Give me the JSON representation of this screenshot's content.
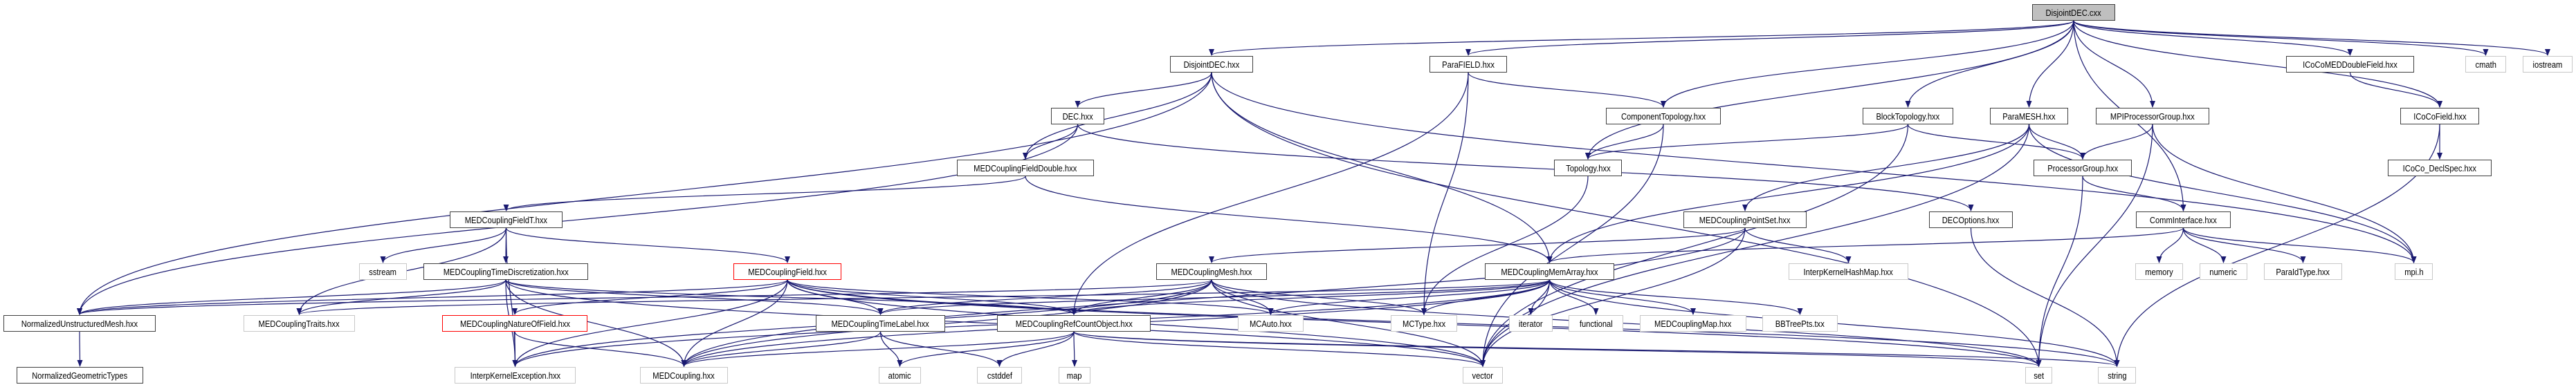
{
  "title": "DisjointDEC.cxx",
  "colors": {
    "edge": "#191970",
    "main_fill": "#bfbfbf",
    "node_border": "#404040",
    "external_border": "#c8c8c8",
    "truncated_border": "#ff0000"
  },
  "nodes": [
    {
      "label": "DisjointDEC.cxx",
      "kind": "main"
    },
    {
      "label": "DisjointDEC.hxx",
      "kind": "normal"
    },
    {
      "label": "ParaFIELD.hxx",
      "kind": "normal"
    },
    {
      "label": "ICoCoMEDDoubleField.hxx",
      "kind": "normal"
    },
    {
      "label": "cmath",
      "kind": "external"
    },
    {
      "label": "iostream",
      "kind": "external"
    },
    {
      "label": "DEC.hxx",
      "kind": "normal"
    },
    {
      "label": "ComponentTopology.hxx",
      "kind": "normal"
    },
    {
      "label": "BlockTopology.hxx",
      "kind": "normal"
    },
    {
      "label": "ParaMESH.hxx",
      "kind": "normal"
    },
    {
      "label": "MPIProcessorGroup.hxx",
      "kind": "normal"
    },
    {
      "label": "ICoCoField.hxx",
      "kind": "normal"
    },
    {
      "label": "MEDCouplingFieldDouble.hxx",
      "kind": "normal"
    },
    {
      "label": "Topology.hxx",
      "kind": "normal"
    },
    {
      "label": "ProcessorGroup.hxx",
      "kind": "normal"
    },
    {
      "label": "ICoCo_DeclSpec.hxx",
      "kind": "normal"
    },
    {
      "label": "MEDCouplingFieldT.hxx",
      "kind": "normal"
    },
    {
      "label": "MEDCouplingPointSet.hxx",
      "kind": "normal"
    },
    {
      "label": "DECOptions.hxx",
      "kind": "normal"
    },
    {
      "label": "CommInterface.hxx",
      "kind": "normal"
    },
    {
      "label": "sstream",
      "kind": "external"
    },
    {
      "label": "MEDCouplingTimeDiscretization.hxx",
      "kind": "normal"
    },
    {
      "label": "MEDCouplingField.hxx",
      "kind": "red"
    },
    {
      "label": "MEDCouplingMesh.hxx",
      "kind": "normal"
    },
    {
      "label": "MEDCouplingMemArray.hxx",
      "kind": "normal"
    },
    {
      "label": "InterpKernelHashMap.hxx",
      "kind": "external"
    },
    {
      "label": "memory",
      "kind": "external"
    },
    {
      "label": "numeric",
      "kind": "external"
    },
    {
      "label": "ParaIdType.hxx",
      "kind": "external"
    },
    {
      "label": "mpi.h",
      "kind": "external"
    },
    {
      "label": "NormalizedUnstructuredMesh.hxx",
      "kind": "normal"
    },
    {
      "label": "MEDCouplingTraits.hxx",
      "kind": "external"
    },
    {
      "label": "MEDCouplingNatureOfField.hxx",
      "kind": "red"
    },
    {
      "label": "MEDCouplingTimeLabel.hxx",
      "kind": "normal"
    },
    {
      "label": "MEDCouplingRefCountObject.hxx",
      "kind": "normal"
    },
    {
      "label": "MCAuto.hxx",
      "kind": "external"
    },
    {
      "label": "MCType.hxx",
      "kind": "external"
    },
    {
      "label": "iterator",
      "kind": "external"
    },
    {
      "label": "functional",
      "kind": "external"
    },
    {
      "label": "MEDCouplingMap.hxx",
      "kind": "external"
    },
    {
      "label": "BBTreePts.txx",
      "kind": "external"
    },
    {
      "label": "NormalizedGeometricTypes",
      "kind": "normal"
    },
    {
      "label": "InterpKernelException.hxx",
      "kind": "external"
    },
    {
      "label": "MEDCoupling.hxx",
      "kind": "external"
    },
    {
      "label": "atomic",
      "kind": "external"
    },
    {
      "label": "cstddef",
      "kind": "external"
    },
    {
      "label": "map",
      "kind": "external"
    },
    {
      "label": "vector",
      "kind": "external"
    },
    {
      "label": "set",
      "kind": "external"
    },
    {
      "label": "string",
      "kind": "external"
    }
  ],
  "edges": [
    [
      "DisjointDEC.cxx",
      "DisjointDEC.hxx"
    ],
    [
      "DisjointDEC.cxx",
      "ParaFIELD.hxx"
    ],
    [
      "DisjointDEC.cxx",
      "ComponentTopology.hxx"
    ],
    [
      "DisjointDEC.cxx",
      "Topology.hxx"
    ],
    [
      "DisjointDEC.cxx",
      "BlockTopology.hxx"
    ],
    [
      "DisjointDEC.cxx",
      "ParaMESH.hxx"
    ],
    [
      "DisjointDEC.cxx",
      "MPIProcessorGroup.hxx"
    ],
    [
      "DisjointDEC.cxx",
      "CommInterface.hxx"
    ],
    [
      "DisjointDEC.cxx",
      "ICoCoMEDDoubleField.hxx"
    ],
    [
      "DisjointDEC.cxx",
      "ICoCoField.hxx"
    ],
    [
      "DisjointDEC.cxx",
      "cmath"
    ],
    [
      "DisjointDEC.cxx",
      "iostream"
    ],
    [
      "DisjointDEC.hxx",
      "DEC.hxx"
    ],
    [
      "DisjointDEC.hxx",
      "MEDCouplingFieldDouble.hxx"
    ],
    [
      "DisjointDEC.hxx",
      "NormalizedUnstructuredMesh.hxx"
    ],
    [
      "DisjointDEC.hxx",
      "MEDCouplingMemArray.hxx"
    ],
    [
      "DisjointDEC.hxx",
      "mpi.h"
    ],
    [
      "DisjointDEC.hxx",
      "set"
    ],
    [
      "ParaFIELD.hxx",
      "ComponentTopology.hxx"
    ],
    [
      "ParaFIELD.hxx",
      "MCType.hxx"
    ],
    [
      "ParaFIELD.hxx",
      "MEDCouplingRefCountObject.hxx"
    ],
    [
      "DEC.hxx",
      "MEDCouplingFieldDouble.hxx"
    ],
    [
      "DEC.hxx",
      "NormalizedUnstructuredMesh.hxx"
    ],
    [
      "DEC.hxx",
      "DECOptions.hxx"
    ],
    [
      "ComponentTopology.hxx",
      "Topology.hxx"
    ],
    [
      "ComponentTopology.hxx",
      "vector"
    ],
    [
      "Topology.hxx",
      "MCType.hxx"
    ],
    [
      "BlockTopology.hxx",
      "Topology.hxx"
    ],
    [
      "BlockTopology.hxx",
      "ProcessorGroup.hxx"
    ],
    [
      "BlockTopology.hxx",
      "vector"
    ],
    [
      "ParaMESH.hxx",
      "MEDCouplingPointSet.hxx"
    ],
    [
      "ParaMESH.hxx",
      "ProcessorGroup.hxx"
    ],
    [
      "ParaMESH.hxx",
      "MEDCouplingMemArray.hxx"
    ],
    [
      "ParaMESH.hxx",
      "mpi.h"
    ],
    [
      "ParaMESH.hxx",
      "vector"
    ],
    [
      "MPIProcessorGroup.hxx",
      "ProcessorGroup.hxx"
    ],
    [
      "MPIProcessorGroup.hxx",
      "set"
    ],
    [
      "MPIProcessorGroup.hxx",
      "mpi.h"
    ],
    [
      "ProcessorGroup.hxx",
      "CommInterface.hxx"
    ],
    [
      "ProcessorGroup.hxx",
      "set"
    ],
    [
      "ICoCoMEDDoubleField.hxx",
      "ICoCoField.hxx"
    ],
    [
      "ICoCoField.hxx",
      "ICoCo_DeclSpec.hxx"
    ],
    [
      "ICoCoField.hxx",
      "string"
    ],
    [
      "MEDCouplingFieldDouble.hxx",
      "MEDCouplingFieldT.hxx"
    ],
    [
      "MEDCouplingFieldDouble.hxx",
      "MEDCouplingMemArray.hxx"
    ],
    [
      "MEDCouplingFieldT.hxx",
      "MEDCouplingField.hxx"
    ],
    [
      "MEDCouplingFieldT.hxx",
      "MEDCouplingTimeDiscretization.hxx"
    ],
    [
      "MEDCouplingFieldT.hxx",
      "sstream"
    ],
    [
      "MEDCouplingFieldT.hxx",
      "MEDCouplingTraits.hxx"
    ],
    [
      "MEDCouplingFieldT.hxx",
      "InterpKernelException.hxx"
    ],
    [
      "MEDCouplingPointSet.hxx",
      "MEDCouplingMesh.hxx"
    ],
    [
      "MEDCouplingPointSet.hxx",
      "InterpKernelHashMap.hxx"
    ],
    [
      "MEDCouplingPointSet.hxx",
      "vector"
    ],
    [
      "MEDCouplingPointSet.hxx",
      "MEDCoupling.hxx"
    ],
    [
      "DECOptions.hxx",
      "string"
    ],
    [
      "CommInterface.hxx",
      "MEDCouplingMemArray.hxx"
    ],
    [
      "CommInterface.hxx",
      "memory"
    ],
    [
      "CommInterface.hxx",
      "numeric"
    ],
    [
      "CommInterface.hxx",
      "ParaIdType.hxx"
    ],
    [
      "CommInterface.hxx",
      "mpi.h"
    ],
    [
      "MEDCouplingTimeDiscretization.hxx",
      "MEDCouplingTimeLabel.hxx"
    ],
    [
      "MEDCouplingTimeDiscretization.hxx",
      "MEDCouplingRefCountObject.hxx"
    ],
    [
      "MEDCouplingTimeDiscretization.hxx",
      "NormalizedUnstructuredMesh.hxx"
    ],
    [
      "MEDCouplingTimeDiscretization.hxx",
      "MEDCouplingTraits.hxx"
    ],
    [
      "MEDCouplingTimeDiscretization.hxx",
      "InterpKernelException.hxx"
    ],
    [
      "MEDCouplingTimeDiscretization.hxx",
      "MEDCoupling.hxx"
    ],
    [
      "MEDCouplingTimeDiscretization.hxx",
      "vector"
    ],
    [
      "MEDCouplingField.hxx",
      "MEDCouplingNatureOfField.hxx"
    ],
    [
      "MEDCouplingField.hxx",
      "MEDCouplingTimeLabel.hxx"
    ],
    [
      "MEDCouplingField.hxx",
      "MEDCouplingRefCountObject.hxx"
    ],
    [
      "MEDCouplingField.hxx",
      "NormalizedUnstructuredMesh.hxx"
    ],
    [
      "MEDCouplingField.hxx",
      "MEDCoupling.hxx"
    ],
    [
      "MEDCouplingField.hxx",
      "MCAuto.hxx"
    ],
    [
      "MEDCouplingField.hxx",
      "InterpKernelException.hxx"
    ],
    [
      "MEDCouplingField.hxx",
      "vector"
    ],
    [
      "MEDCouplingField.hxx",
      "string"
    ],
    [
      "MEDCouplingField.hxx",
      "set"
    ],
    [
      "MEDCouplingNatureOfField.hxx",
      "MEDCoupling.hxx"
    ],
    [
      "MEDCouplingNatureOfField.hxx",
      "InterpKernelException.hxx"
    ],
    [
      "MEDCouplingMesh.hxx",
      "MEDCoupling.hxx"
    ],
    [
      "MEDCouplingMesh.hxx",
      "MEDCouplingTimeLabel.hxx"
    ],
    [
      "MEDCouplingMesh.hxx",
      "MEDCouplingRefCountObject.hxx"
    ],
    [
      "MEDCouplingMesh.hxx",
      "NormalizedUnstructuredMesh.hxx"
    ],
    [
      "MEDCouplingMesh.hxx",
      "MCAuto.hxx"
    ],
    [
      "MEDCouplingMesh.hxx",
      "MCType.hxx"
    ],
    [
      "MEDCouplingMesh.hxx",
      "InterpKernelException.hxx"
    ],
    [
      "MEDCouplingMesh.hxx",
      "vector"
    ],
    [
      "MEDCouplingMesh.hxx",
      "set"
    ],
    [
      "MEDCouplingMemArray.hxx",
      "MEDCoupling.hxx"
    ],
    [
      "MEDCouplingMemArray.hxx",
      "MCType.hxx"
    ],
    [
      "MEDCouplingMemArray.hxx",
      "MCAuto.hxx"
    ],
    [
      "MEDCouplingMemArray.hxx",
      "MEDCouplingTimeLabel.hxx"
    ],
    [
      "MEDCouplingMemArray.hxx",
      "MEDCouplingRefCountObject.hxx"
    ],
    [
      "MEDCouplingMemArray.hxx",
      "MEDCouplingTraits.hxx"
    ],
    [
      "MEDCouplingMemArray.hxx",
      "InterpKernelException.hxx"
    ],
    [
      "MEDCouplingMemArray.hxx",
      "MEDCouplingMap.hxx"
    ],
    [
      "MEDCouplingMemArray.hxx",
      "BBTreePts.txx"
    ],
    [
      "MEDCouplingMemArray.hxx",
      "iterator"
    ],
    [
      "MEDCouplingMemArray.hxx",
      "functional"
    ],
    [
      "MEDCouplingMemArray.hxx",
      "vector"
    ],
    [
      "MEDCouplingMemArray.hxx",
      "string"
    ],
    [
      "MEDCouplingTimeLabel.hxx",
      "MEDCoupling.hxx"
    ],
    [
      "MEDCouplingTimeLabel.hxx",
      "atomic"
    ],
    [
      "MEDCouplingTimeLabel.hxx",
      "cstddef"
    ],
    [
      "MEDCouplingRefCountObject.hxx",
      "MEDCoupling.hxx"
    ],
    [
      "MEDCouplingRefCountObject.hxx",
      "atomic"
    ],
    [
      "MEDCouplingRefCountObject.hxx",
      "cstddef"
    ],
    [
      "MEDCouplingRefCountObject.hxx",
      "map"
    ],
    [
      "MEDCouplingRefCountObject.hxx",
      "vector"
    ],
    [
      "MEDCouplingRefCountObject.hxx",
      "set"
    ],
    [
      "MEDCouplingRefCountObject.hxx",
      "string"
    ],
    [
      "NormalizedUnstructuredMesh.hxx",
      "NormalizedGeometricTypes"
    ]
  ]
}
